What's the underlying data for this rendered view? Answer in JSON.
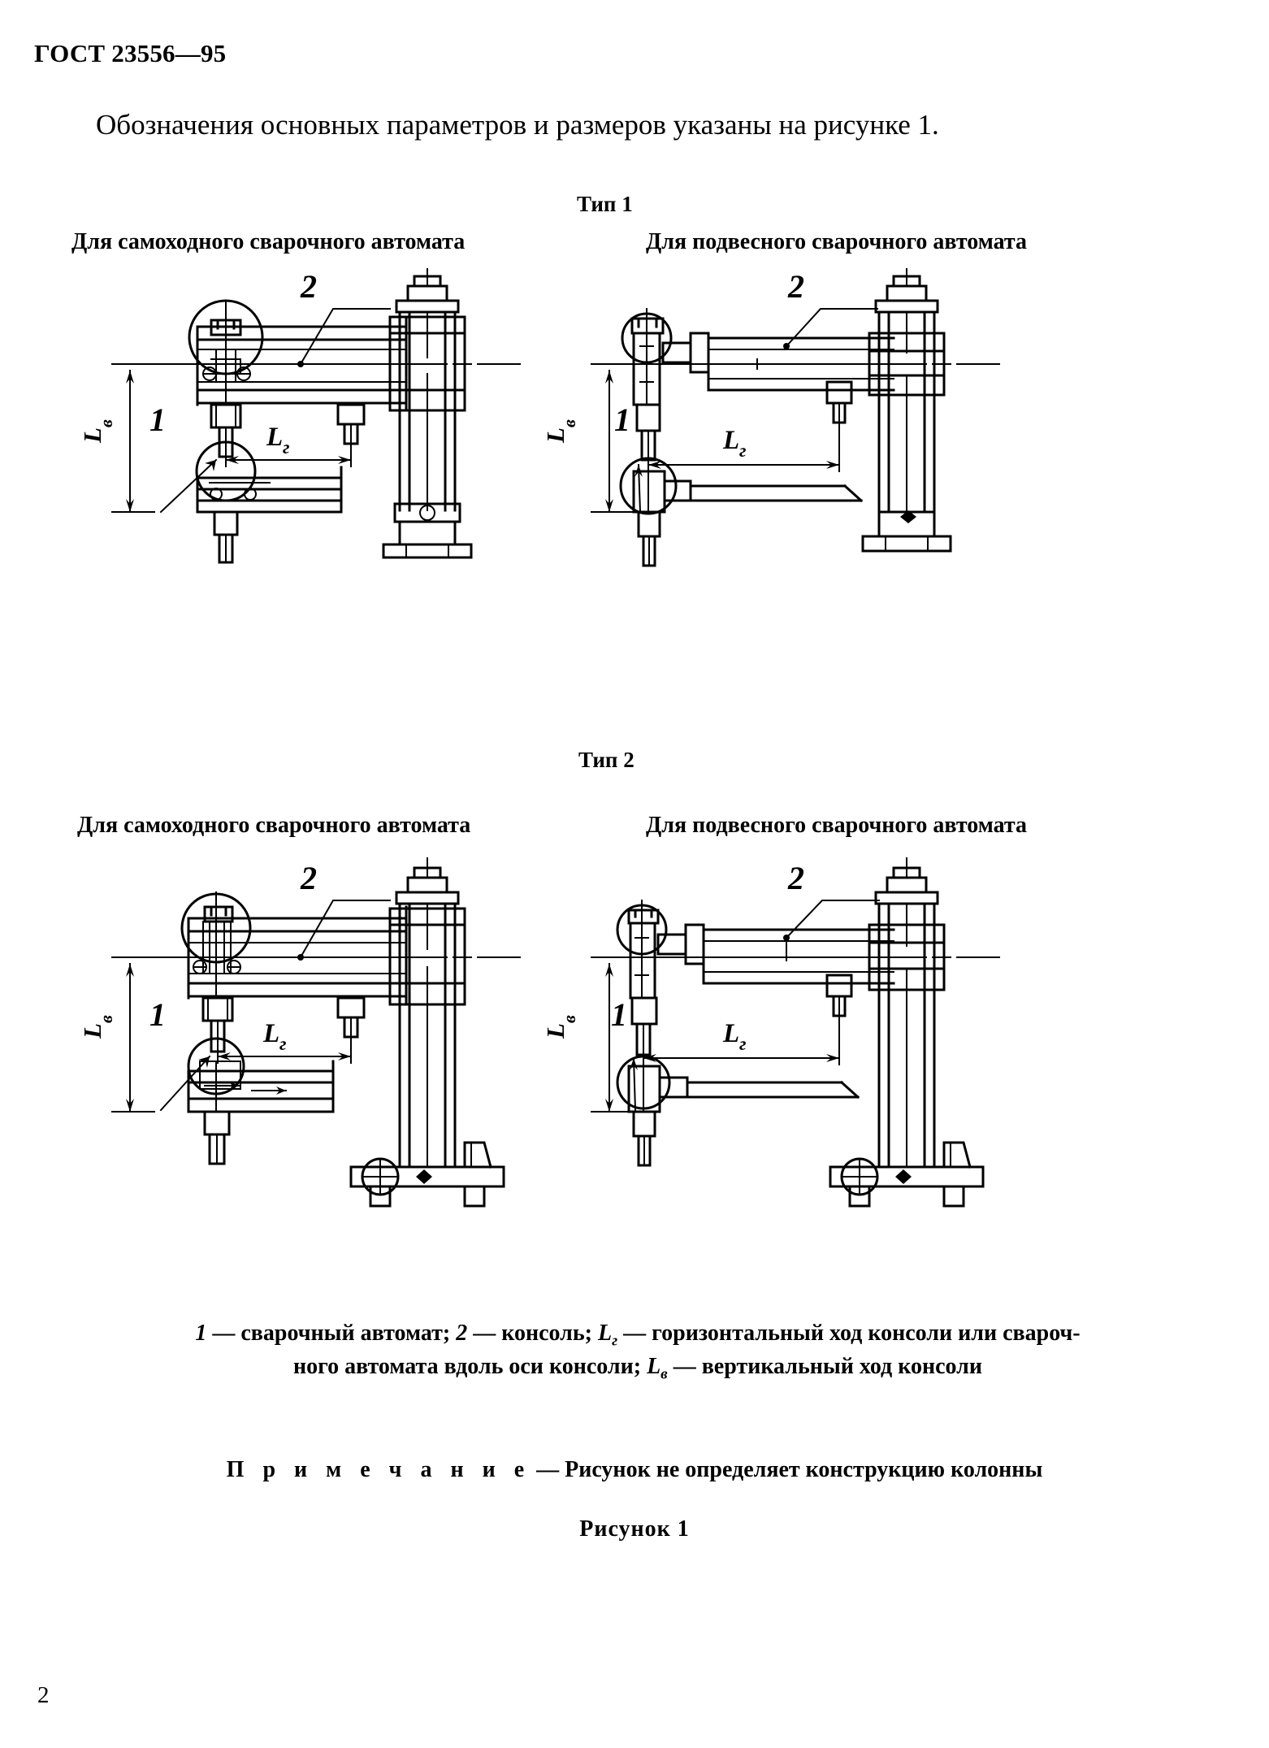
{
  "document": {
    "standard_header": "ГОСТ 23556—95",
    "page_number": "2"
  },
  "intro": {
    "text": "Обозначения основных параметров и размеров указаны на рисунке 1."
  },
  "figure": {
    "type_1_label": "Тип 1",
    "type_2_label": "Тип 2",
    "column_heading_self_propelled": "Для самоходного сварочного автомата",
    "column_heading_suspended": "Для подвесного сварочного автомата",
    "callout_1": "1",
    "callout_2": "2",
    "dim_vertical": "L",
    "dim_vertical_sub": "в",
    "dim_horizontal": "L",
    "dim_horizontal_sub": "г",
    "caption_line_1": "1 — сварочный автомат; 2 — консоль; Lг — горизонтальный ход консоли или свароч-",
    "caption_line_2": "ного автомата вдоль оси консоли; Lв — вертикальный ход консоли",
    "caption_item_1_num": "1",
    "caption_item_1_text": " — сварочный автомат; ",
    "caption_item_2_num": "2",
    "caption_item_2_text": " — консоль; ",
    "caption_lg_text": " — горизонтальный ход консоли или свароч-",
    "caption_cont_text": "ного автомата вдоль оси консоли; ",
    "caption_lv_text": " — вертикальный ход консоли",
    "note_label": "П р и м е ч а н и е",
    "note_dash": " — ",
    "note_text": "Рисунок не определяет конструкцию колонны",
    "figure_number": "Рисунок 1"
  },
  "colors": {
    "ink": "#000000",
    "paper": "#ffffff"
  }
}
